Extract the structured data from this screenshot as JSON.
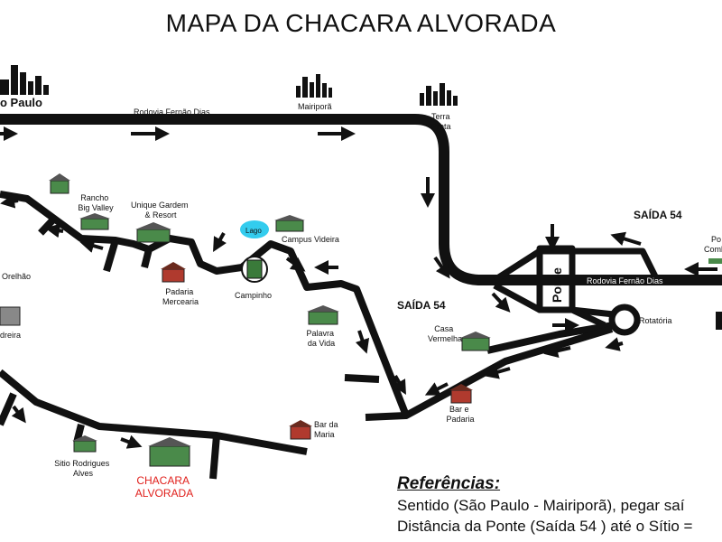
{
  "title": "MAPA DA CHACARA ALVORADA",
  "cities": {
    "sao_paulo": "o Paulo",
    "mairipora": "Mairiporã",
    "terra_preta": [
      "Terra",
      "Preta"
    ]
  },
  "roads": {
    "fernao_dias_top": "Rodovia Fernão Dias",
    "fernao_dias_right": "Rodovia Fernão Dias",
    "ponte": "Ponte",
    "rotatoria": "Rotatória",
    "saida_left": "SAÍDA 54",
    "saida_right": "SAÍDA 54"
  },
  "places": {
    "rancho": [
      "Rancho",
      "Big Valley"
    ],
    "unique": [
      "Unique Gardem",
      "& Resort"
    ],
    "lago": "Lago",
    "campus": "Campus Videira",
    "padaria": [
      "Padaria",
      "Mercearia"
    ],
    "campinho": "Campinho",
    "palavra": [
      "Palavra",
      "da Vida"
    ],
    "casa_vermelha": [
      "Casa",
      "Vermelha"
    ],
    "bar_padaria": [
      "Bar e",
      "Padaria"
    ],
    "bar_maria": [
      "Bar da",
      "Maria"
    ],
    "sitio": [
      "Sitio Rodrigues",
      "Alves"
    ],
    "chacara": [
      "CHACARA",
      "ALVORADA"
    ],
    "orelhao": "Orelhão",
    "padreira": "dreira",
    "posto": [
      "Po",
      "Comb"
    ]
  },
  "references": {
    "title": "Referências:",
    "line1": "Sentido (São Paulo - Mairiporã), pegar saí",
    "line2": "Distância da Ponte (Saída 54 ) até o Sítio ="
  },
  "colors": {
    "road": "#111111",
    "chacara": "#e0201c",
    "lago": "#33ccee",
    "building_green": "#4a8a4a",
    "building_red": "#b03a2e"
  }
}
